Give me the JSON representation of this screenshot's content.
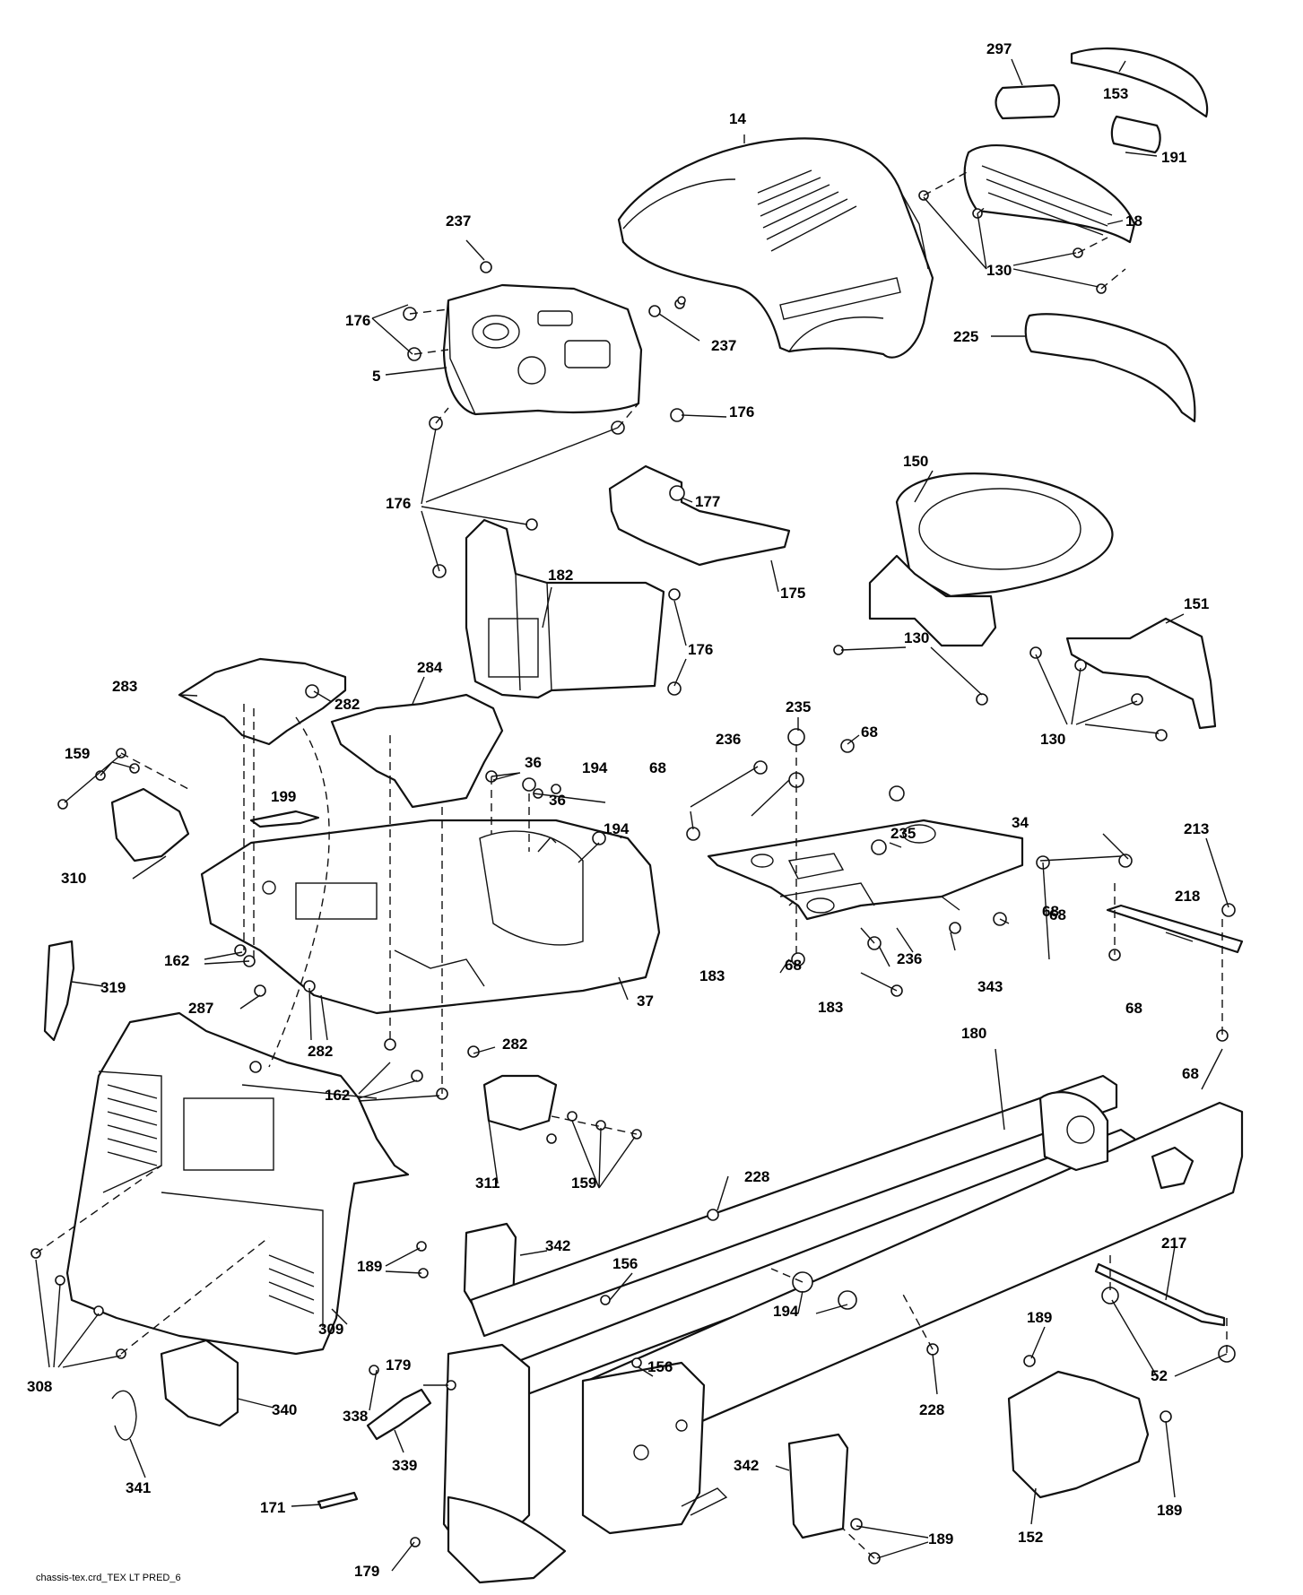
{
  "footer": "chassis-tex.crd_TEX LT PRED_6",
  "labels": [
    "297",
    "153",
    "14",
    "191",
    "18",
    "130",
    "237",
    "176",
    "5",
    "237",
    "225",
    "176",
    "176",
    "177",
    "150",
    "175",
    "182",
    "176",
    "130",
    "151",
    "283",
    "284",
    "282",
    "235",
    "68",
    "236",
    "36",
    "194",
    "68",
    "36",
    "159",
    "235",
    "194",
    "34",
    "199",
    "213",
    "130",
    "68",
    "218",
    "310",
    "162",
    "68",
    "236",
    "343",
    "183",
    "68",
    "183",
    "68",
    "37",
    "319",
    "287",
    "282",
    "282",
    "162",
    "180",
    "68",
    "311",
    "159",
    "228",
    "342",
    "189",
    "156",
    "217",
    "194",
    "309",
    "189",
    "52",
    "308",
    "179",
    "156",
    "228",
    "340",
    "338",
    "339",
    "341",
    "171",
    "342",
    "189",
    "179",
    "189",
    "152"
  ]
}
